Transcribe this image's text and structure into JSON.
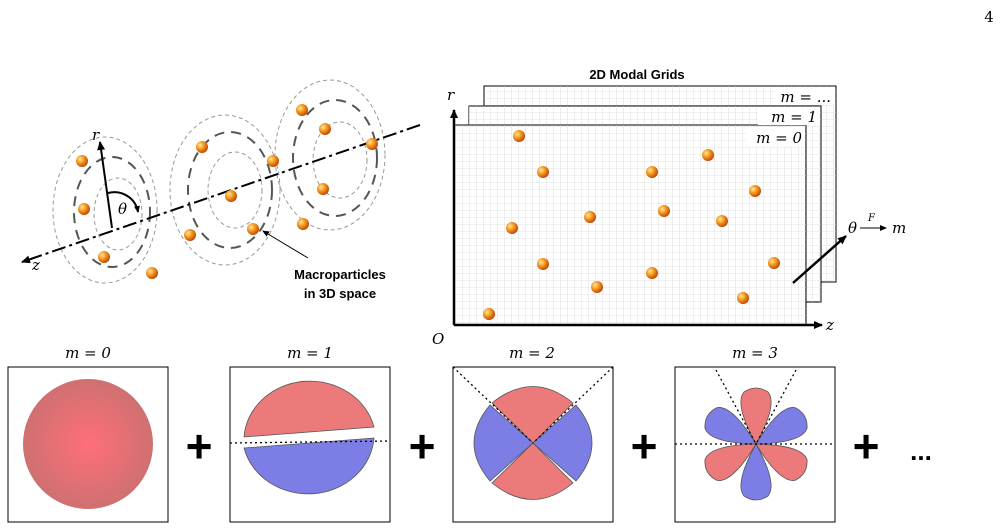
{
  "page_number": "4",
  "top_left": {
    "axis_r": "r",
    "axis_z": "z",
    "angle": "θ",
    "callout_line1": "Macroparticles",
    "callout_line2": "in 3D space"
  },
  "top_right": {
    "title": "2D Modal Grids",
    "grid_labels": [
      "m = ...",
      "m = 1",
      "m = 0"
    ],
    "axis_r": "r",
    "axis_z": "z",
    "origin": "O",
    "transform_theta": "θ",
    "transform_op": "F",
    "transform_m": "m"
  },
  "bottom": {
    "mode_labels": [
      "m = 0",
      "m = 1",
      "m = 2",
      "m = 3"
    ],
    "plus": "+",
    "ellipsis": "..."
  },
  "colors": {
    "particle": "#f08a10",
    "positive_lobe": "#ec7a7a",
    "negative_lobe": "#7d7de6",
    "grid_line": "#d6d6d6"
  }
}
